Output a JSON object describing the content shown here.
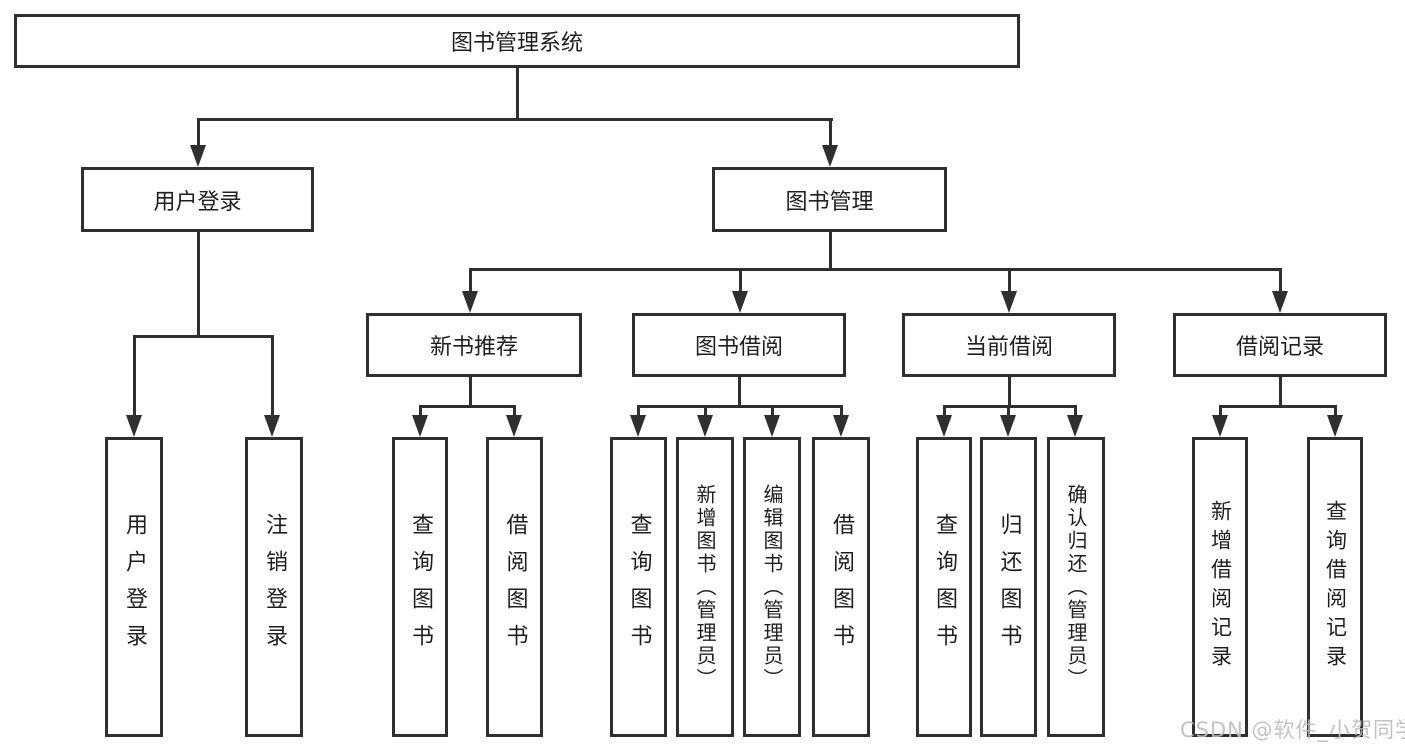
{
  "diagram": {
    "root": {
      "label": "图书管理系统"
    },
    "level2": [
      {
        "label": "用户登录"
      },
      {
        "label": "图书管理"
      }
    ],
    "level3": [
      {
        "label": "新书推荐",
        "parent": "图书管理"
      },
      {
        "label": "图书借阅",
        "parent": "图书管理"
      },
      {
        "label": "当前借阅",
        "parent": "图书管理"
      },
      {
        "label": "借阅记录",
        "parent": "图书管理"
      }
    ],
    "leaves": [
      {
        "label": "用户登录",
        "parent": "用户登录"
      },
      {
        "label": "注销登录",
        "parent": "用户登录"
      },
      {
        "label": "查询图书",
        "parent": "新书推荐"
      },
      {
        "label": "借阅图书",
        "parent": "新书推荐"
      },
      {
        "label": "查询图书",
        "parent": "图书借阅"
      },
      {
        "label": "新增图书（管理员）",
        "parent": "图书借阅"
      },
      {
        "label": "编辑图书（管理员）",
        "parent": "图书借阅"
      },
      {
        "label": "借阅图书",
        "parent": "图书借阅"
      },
      {
        "label": "查询图书",
        "parent": "当前借阅"
      },
      {
        "label": "归还图书",
        "parent": "当前借阅"
      },
      {
        "label": "确认归还（管理员）",
        "parent": "当前借阅"
      },
      {
        "label": "新增借阅记录",
        "parent": "借阅记录"
      },
      {
        "label": "查询借阅记录",
        "parent": "借阅记录"
      }
    ]
  },
  "watermark": {
    "text": "CSDN @软件_小贺同学"
  },
  "colors": {
    "background": "#ffffff",
    "line": "#2f2f2f",
    "text": "#1f1f1f",
    "watermark": "#bcbcbc"
  }
}
